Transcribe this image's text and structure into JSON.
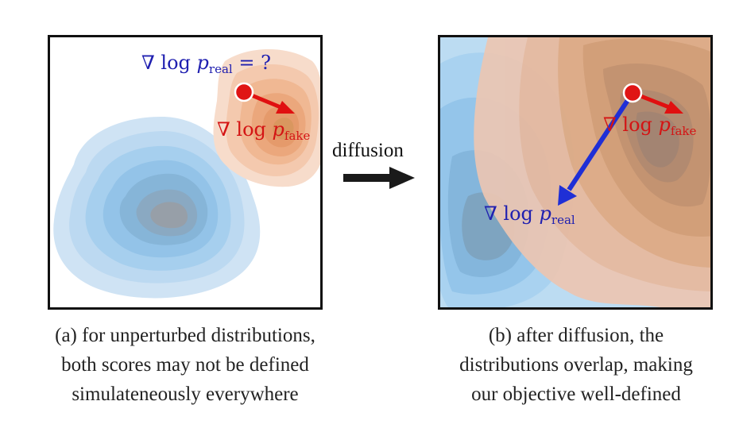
{
  "panel_a": {
    "real_label": {
      "nabla": "∇",
      "log": "log",
      "p": "p",
      "sub": "real",
      "suffix": "= ?"
    },
    "fake_label": {
      "nabla": "∇",
      "log": "log",
      "p": "p",
      "sub": "fake"
    }
  },
  "panel_b": {
    "real_label": {
      "nabla": "∇",
      "log": "log",
      "p": "p",
      "sub": "real"
    },
    "fake_label": {
      "nabla": "∇",
      "log": "log",
      "p": "p",
      "sub": "fake"
    }
  },
  "diffusion": {
    "label": "diffusion"
  },
  "captions": {
    "a": [
      "(a) for unperturbed distributions,",
      "both scores may not be defined",
      "simulateneously everywhere"
    ],
    "b": [
      "(b) after diffusion, the",
      "distributions overlap, making",
      "our objective well-defined"
    ]
  },
  "colors": {
    "real_dist": "#74b6e6",
    "fake_dist": "#f0a878",
    "real_grad": "#1f2fd6",
    "fake_grad": "#e01010",
    "point": "#e01515",
    "label_real": "#2020b0",
    "label_fake": "#d41414"
  }
}
